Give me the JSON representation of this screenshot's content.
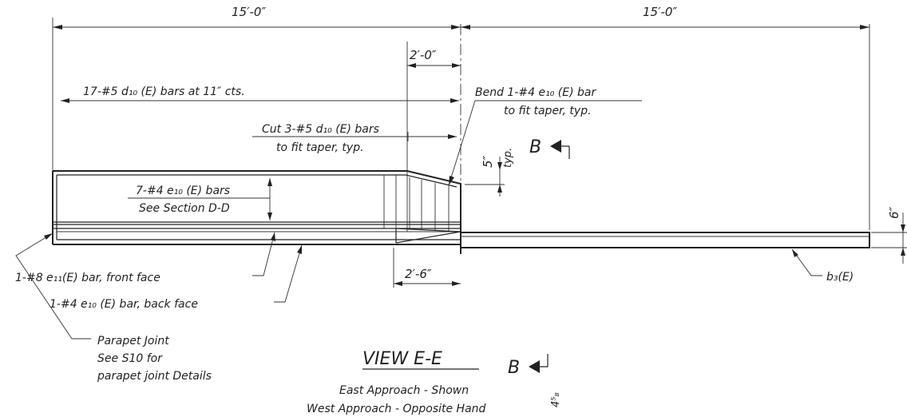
{
  "dimensions": {
    "left_span": "15′-0″",
    "right_span": "15′-0″",
    "taper_length": "2′-0″",
    "transition_length": "2′-6″",
    "offset": "5″",
    "offset_note": "typ.",
    "slab_thickness": "6″"
  },
  "callouts": {
    "top_bars": "17-#5 d₁₀ (E) bars at 11″ cts.",
    "cut_bars_line1": "Cut 3-#5 d₁₀ (E) bars",
    "cut_bars_line2": "to fit taper, typ.",
    "bend_bar_line1": "Bend 1-#4 e₁₀ (E) bar",
    "bend_bar_line2": "to fit taper, typ.",
    "e10_bars_line1": "7-#4 e₁₀ (E) bars",
    "e10_bars_line2": "See Section D-D",
    "front_face_bar": "1-#8 e₁₁(E) bar, front face",
    "back_face_bar": "1-#4 e₁₀ (E) bar, back face",
    "b3_bar": "b₃(E)",
    "joint_line1": "Parapet Joint",
    "joint_line2": "See S10  for",
    "joint_line3": "parapet joint Details"
  },
  "section_markers": {
    "top_letter": "B",
    "bottom_letter": "B"
  },
  "view": {
    "title": "VIEW E-E",
    "subtitle1": "East Approach - Shown",
    "subtitle2": "West Approach - Opposite Hand"
  },
  "stamp_text": "4⁵₈"
}
